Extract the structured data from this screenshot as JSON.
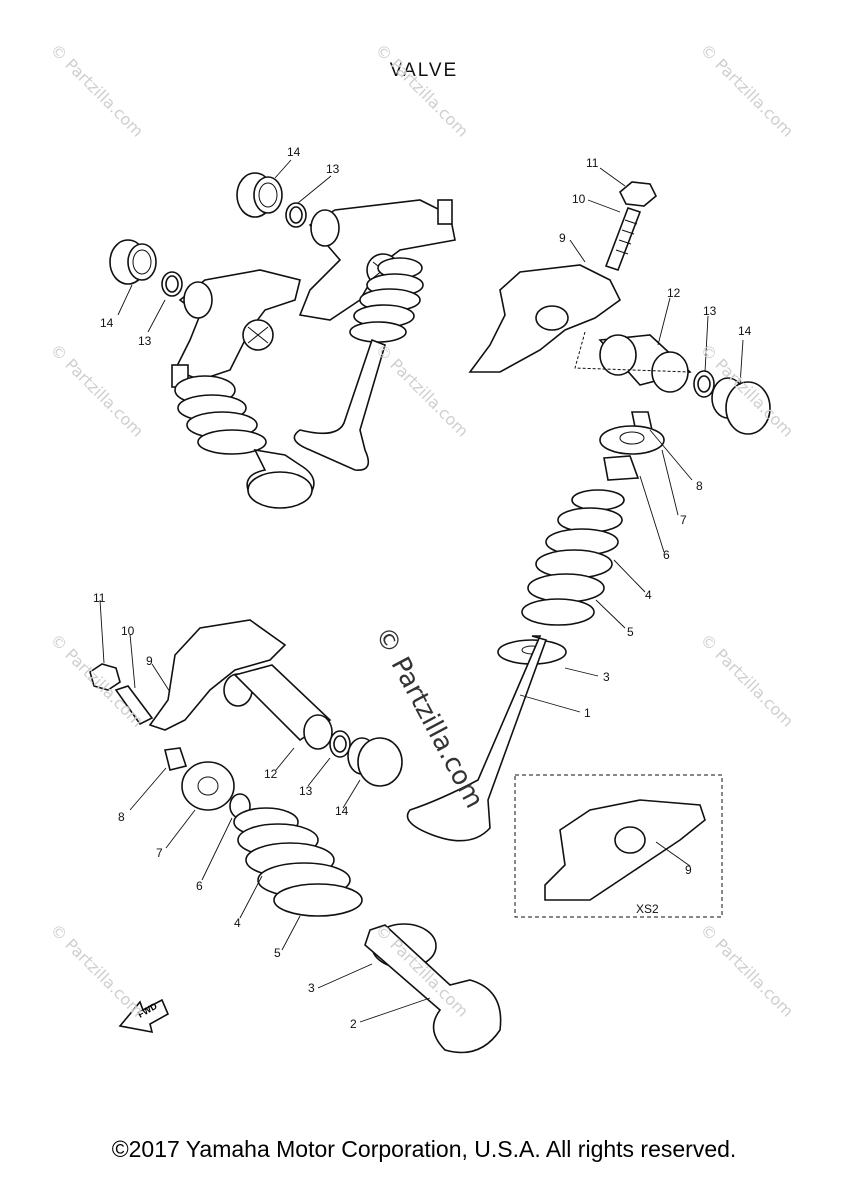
{
  "title": "VALVE",
  "watermark": "© Partzilla.com",
  "center_watermark": "© Partzilla.com",
  "inset_label": "XS2",
  "fwd_label": "FWD",
  "footer": "©2017 Yamaha Motor Corporation, U.S.A. All rights reserved.",
  "callouts": {
    "top_left_14a": "14",
    "top_left_13a": "13",
    "top_left_14b": "14",
    "top_left_13b": "13",
    "top_right_11": "11",
    "top_right_10": "10",
    "top_right_9": "9",
    "top_right_12": "12",
    "top_right_13": "13",
    "top_right_14": "14",
    "right_8": "8",
    "right_7": "7",
    "right_6": "6",
    "right_4": "4",
    "right_5": "5",
    "right_3": "3",
    "right_1": "1",
    "bottom_11": "11",
    "bottom_10": "10",
    "bottom_9": "9",
    "bottom_12": "12",
    "bottom_13": "13",
    "bottom_14": "14",
    "bottom_8": "8",
    "bottom_7": "7",
    "bottom_6": "6",
    "bottom_4": "4",
    "bottom_5": "5",
    "bottom_3": "3",
    "bottom_2": "2",
    "inset_9": "9"
  }
}
